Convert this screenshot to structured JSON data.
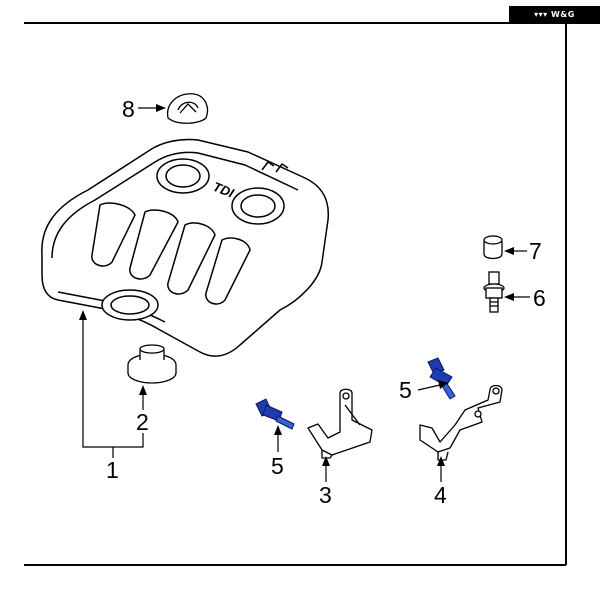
{
  "badge_text": "W&G",
  "callouts": {
    "c1": "1",
    "c2": "2",
    "c3": "3",
    "c4": "4",
    "c5a": "5",
    "c5b": "5",
    "c6": "6",
    "c7": "7",
    "c8": "8"
  },
  "cover_emblem": "TDI",
  "colors": {
    "highlight_part": "#1f3bb0",
    "line": "#000000",
    "background": "#ffffff"
  }
}
